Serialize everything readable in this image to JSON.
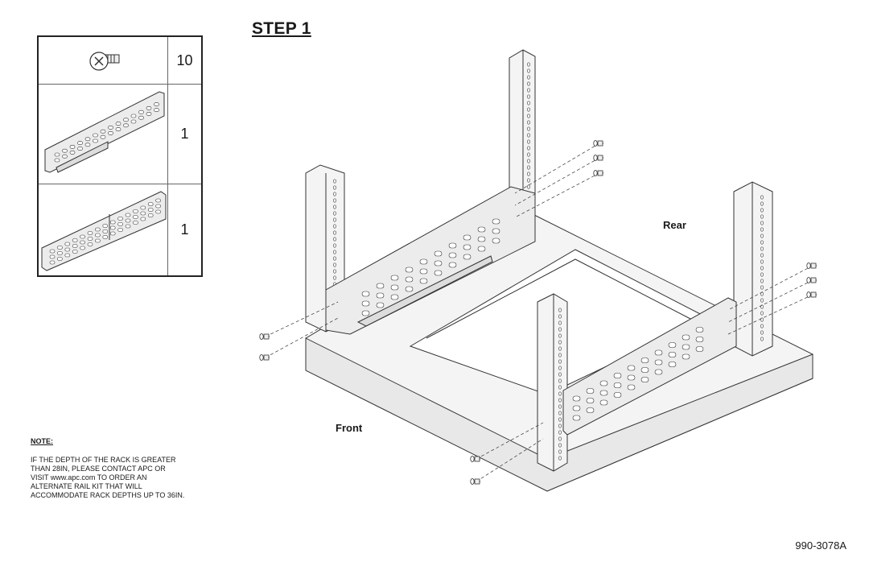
{
  "step_title": "STEP 1",
  "parts": [
    {
      "name": "screw",
      "quantity": "10"
    },
    {
      "name": "rail-short",
      "quantity": "1"
    },
    {
      "name": "rail-long",
      "quantity": "1"
    }
  ],
  "labels": {
    "rear": "Rear",
    "front": "Front"
  },
  "note": {
    "heading": "NOTE:",
    "body": "IF THE DEPTH OF THE RACK IS GREATER\nTHAN 28IN, PLEASE CONTACT APC OR\nVISIT www.apc.com TO ORDER AN\nALTERNATE RAIL KIT THAT WILL\nACCOMMODATE RACK DEPTHS UP TO 36IN."
  },
  "document_number": "990-3078A",
  "colors": {
    "line": "#333333",
    "fill_light": "#f4f4f4",
    "fill_mid": "#e2e2e2"
  }
}
